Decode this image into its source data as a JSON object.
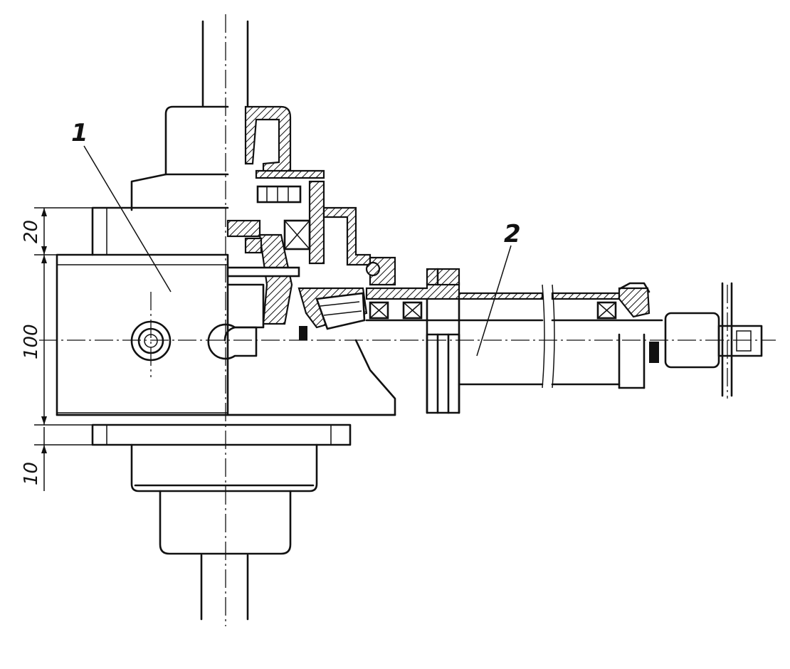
{
  "callouts": {
    "housing": "1",
    "shaft_unit": "2"
  },
  "dimensions": {
    "top_step": "20",
    "body_height": "100",
    "bottom_step": "10"
  },
  "colors": {
    "ink": "#111111",
    "paper": "#ffffff"
  }
}
